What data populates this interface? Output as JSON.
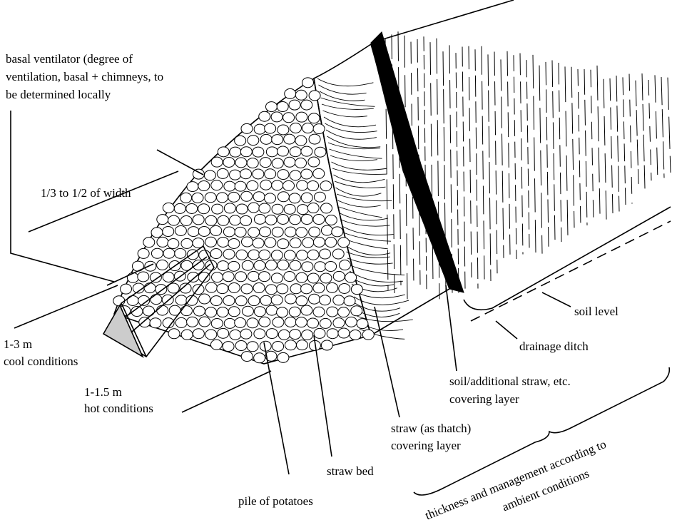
{
  "labels": {
    "ventilator": [
      "basal ventilator (degree of",
      "ventilation, basal + chimneys, to",
      "be determined locally"
    ],
    "width_fraction": "1/3 to 1/2 of width",
    "cool": [
      "1-3 m",
      "cool conditions"
    ],
    "hot": [
      "1-1.5 m",
      "hot conditions"
    ],
    "soil_level": "soil level",
    "drainage_ditch": "drainage ditch",
    "soil_cover": [
      "soil/additional straw, etc.",
      "covering layer"
    ],
    "straw_cover": [
      "straw (as thatch)",
      "covering layer"
    ],
    "straw_bed": "straw bed",
    "potatoes": "pile of potatoes",
    "thickness": [
      "thickness and management according to",
      "ambient conditions"
    ]
  }
}
